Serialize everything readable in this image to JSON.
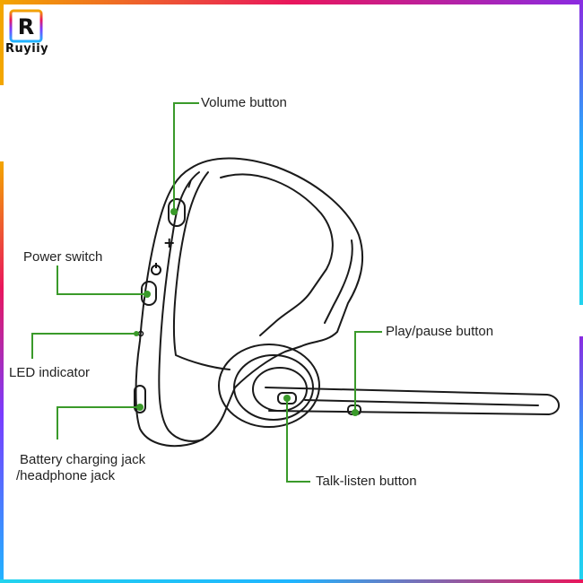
{
  "brand": {
    "logo_letter": "R",
    "name": "Ruyiiy"
  },
  "colors": {
    "leader_line": "#3a9a2a",
    "product_outline": "#1a1a1a",
    "frame_gradient": [
      "#f3a600",
      "#e9165c",
      "#8a2be2",
      "#1fb5ff",
      "#22d3ee"
    ]
  },
  "diagram": {
    "subject": "bluetooth-earpiece",
    "callouts": {
      "volume": "Volume button",
      "power": "Power switch",
      "led": "LED indicator",
      "charging_line1": "Battery charging jack",
      "charging_line2": "/headphone jack",
      "play_pause": "Play/pause button",
      "talk_listen": "Talk-listen button"
    },
    "button_marks": {
      "minus": "−",
      "plus": "+"
    }
  }
}
